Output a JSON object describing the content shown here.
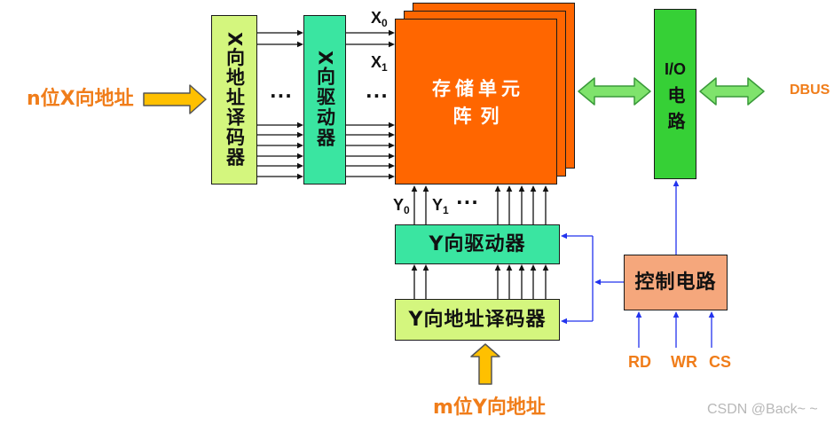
{
  "diagram": {
    "x_address_input": "n位X向地址",
    "x_decoder": "X向地址译码器",
    "x_driver": "X向驱动器",
    "x_lines": [
      {
        "letter": "X",
        "index": "0"
      },
      {
        "letter": "X",
        "index": "1"
      }
    ],
    "ellipsis": "···",
    "memory_array": {
      "line1": "存储单元",
      "line2": "阵列"
    },
    "io_circuit": {
      "line1": "I/O",
      "line2": "电路"
    },
    "dbus": "DBUS",
    "y_lines": [
      {
        "letter": "Y",
        "index": "0"
      },
      {
        "letter": "Y",
        "index": "1"
      }
    ],
    "y_driver": "Y向驱动器",
    "y_decoder": "Y向地址译码器",
    "y_address_input": "m位Y向地址",
    "control_circuit": "控制电路",
    "control_inputs": [
      "RD",
      "WR",
      "CS"
    ]
  },
  "watermark": "CSDN @Back~ ~",
  "colors": {
    "decoder_fill": "#d4f67e",
    "driver_fill": "#3ae5a1",
    "array_fill": "#ff6600",
    "io_fill": "#36d036",
    "control_fill": "#f5a77c",
    "label_orange": "#f07d1a",
    "address_arrow": "#ffc000",
    "data_arrow": "#7fe36c",
    "control_wire": "#2233ee",
    "wire": "#111111"
  }
}
